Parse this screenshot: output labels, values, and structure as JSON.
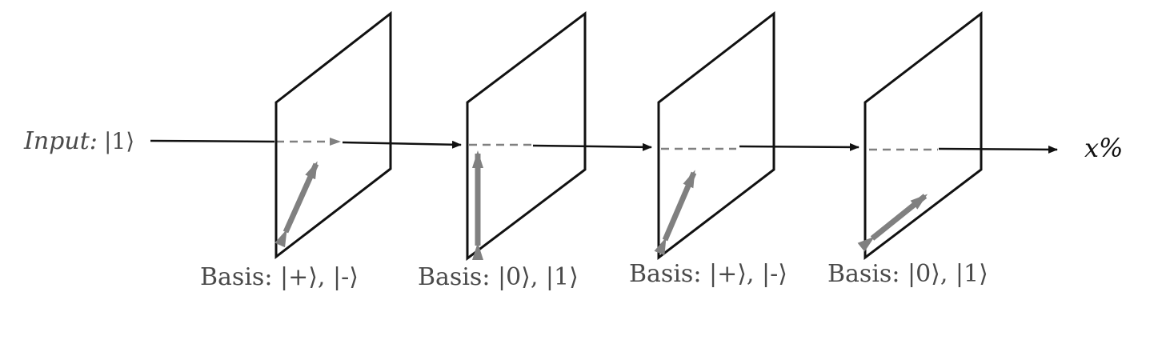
{
  "input_prefix": "Input:",
  "input_state": "|1⟩",
  "output_label": "x%",
  "filters": [
    {
      "basis_label": "Basis: |+⟩, |-⟩",
      "polarization_arrow": "diagonal"
    },
    {
      "basis_label": "Basis: |0⟩, |1⟩",
      "polarization_arrow": "vertical"
    },
    {
      "basis_label": "Basis: |+⟩, |-⟩",
      "polarization_arrow": "diagonal"
    },
    {
      "basis_label": "Basis: |0⟩, |1⟩",
      "polarization_arrow": "shallow-diagonal"
    }
  ],
  "colors": {
    "frame": "#111111",
    "beam": "#111111",
    "dashed_beam": "#808080",
    "polarization_arrow": "#808080"
  }
}
